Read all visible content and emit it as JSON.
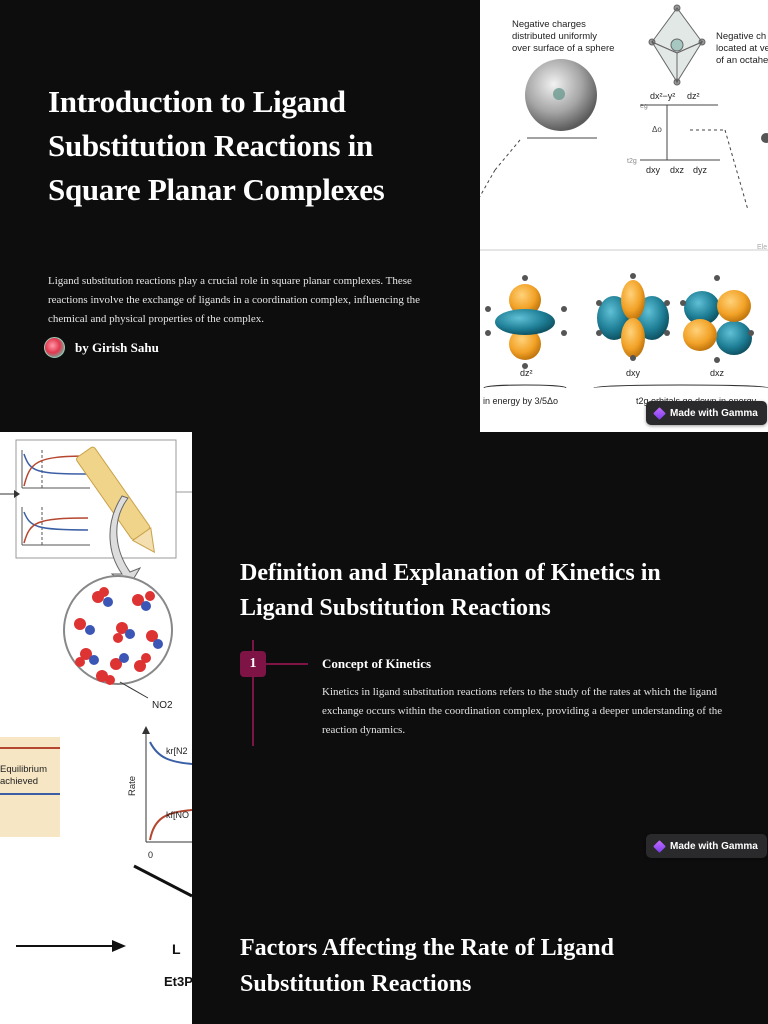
{
  "slide1": {
    "title": "Introduction to Ligand Substitution Reactions in Square Planar Complexes",
    "description": "Ligand substitution reactions play a crucial role in square planar complexes. These reactions involve the exchange of ligands in a coordination complex, influencing the chemical and physical properties of the complex.",
    "author": "by Girish Sahu",
    "image": {
      "label_sphere": [
        "Negative charges",
        "distributed uniformly",
        "over surface of a sphere"
      ],
      "label_octahedron": [
        "Negative ch",
        "located at ve",
        "of an octahe"
      ],
      "eg_label": "eg",
      "t2g_label": "t2g",
      "delta_label": "Δo",
      "upper_orbitals": [
        "dx²−y²",
        "dz²"
      ],
      "lower_orbitals": [
        "dxy",
        "dxz",
        "dyz"
      ],
      "orbital_labels": [
        "dz²",
        "dxy",
        "dxz"
      ],
      "caption_left": "in energy by 3/5Δo",
      "caption_right": "t2g orbitals go down in energy",
      "side_label": "Ele"
    }
  },
  "slide2": {
    "title": "Definition and Explanation of Kinetics in Ligand Substitution Reactions",
    "step_number": "1",
    "step_title": "Concept of Kinetics",
    "step_text": "Kinetics in ligand substitution reactions refers to the study of the rates at which the ligand exchange occurs within the coordination complex, providing a deeper understanding of the reaction dynamics.",
    "image": {
      "no2_label": "NO2",
      "equilibrium_label": [
        "Equilibrium",
        "achieved"
      ],
      "rate_label": "Rate",
      "k_top": "kr[N2",
      "k_bottom": "kf[NO",
      "zero_label": "0",
      "letter_l": "L",
      "et3_label": "Et3P"
    }
  },
  "slide3": {
    "title": "Factors Affecting the Rate of Ligand Substitution Reactions"
  },
  "badges": {
    "made_with_gamma": "Made with Gamma"
  },
  "colors": {
    "background": "#0e0d0e",
    "accent": "#7d1445",
    "orbital_orange": "#f2a227",
    "orbital_teal": "#1f7f96"
  }
}
